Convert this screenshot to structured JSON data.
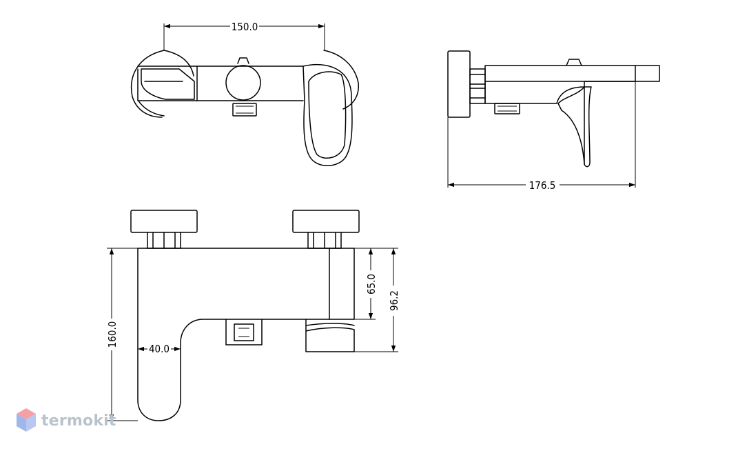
{
  "dimensions": {
    "top_width": "150.0",
    "side_depth": "176.5",
    "height": "160.0",
    "inlet_offset": "40.0",
    "spout_drop": "65.0",
    "outlet_drop": "96.2"
  },
  "watermark": {
    "brand": "termokit",
    "colors": {
      "top": "#f4a0a6",
      "left": "#9fb7ea",
      "right": "#b9c8f0"
    }
  }
}
